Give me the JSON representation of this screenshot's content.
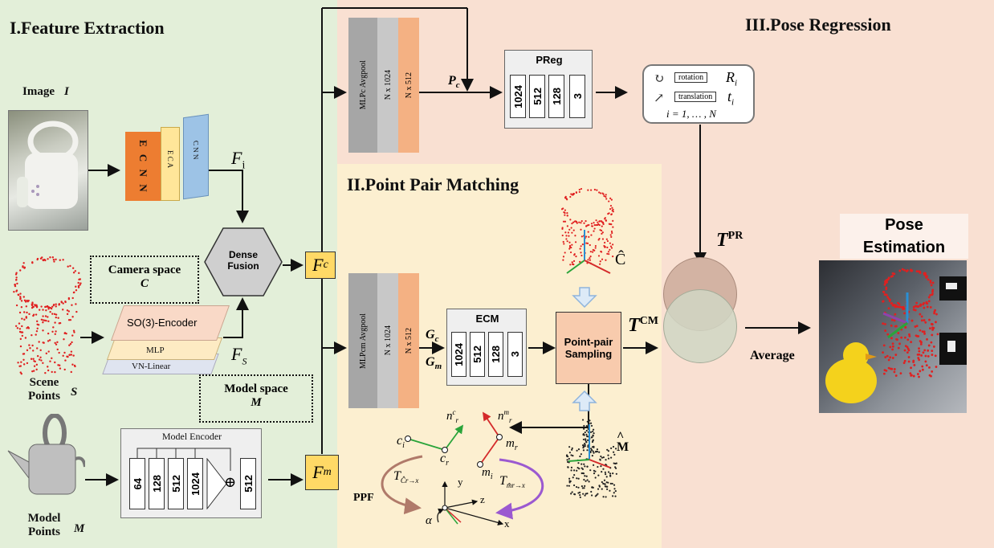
{
  "sections": {
    "feature_extraction": "I.Feature Extraction",
    "pose_regression": "III.Pose Regression",
    "point_pair_matching": "II.Point Pair Matching"
  },
  "inputs": {
    "image_label": "Image",
    "image_symbol": "I",
    "scene_label_1": "Scene",
    "scene_label_2": "Points",
    "scene_symbol": "S",
    "model_label_1": "Model",
    "model_label_2": "Points",
    "model_symbol": "M"
  },
  "ecnn": {
    "front": "E C N N",
    "middle": "E C A",
    "back": "C N N"
  },
  "features": {
    "fi": "F",
    "fi_sub": "i",
    "fs": "F",
    "fs_sub": "S",
    "fc": "F",
    "fc_sub": "c",
    "fm": "F",
    "fm_sub": "m"
  },
  "dense_fusion": {
    "line1": "Dense",
    "line2": "Fusion"
  },
  "camera_space": {
    "line1": "Camera space",
    "line2": "C"
  },
  "model_space": {
    "line1": "Model space",
    "line2": "M"
  },
  "encoder_stack": {
    "so3": "SO(3)-Encoder",
    "mlp": "MLP",
    "vn": "VN-Linear"
  },
  "model_encoder": {
    "title": "Model Encoder",
    "cells": [
      "64",
      "128",
      "512",
      "1024",
      "512"
    ],
    "plus": "⊕"
  },
  "mlp_top": {
    "a": "MLPc Avgpool",
    "b": "N x 1024",
    "c": "N x 512"
  },
  "mlp_bottom": {
    "a": "MLPcm Avgpool",
    "b": "N x 1024",
    "c": "N x 512"
  },
  "pc_label": {
    "main": "P",
    "sub": "c"
  },
  "preg": {
    "title": "PReg",
    "cells": [
      "1024",
      "512",
      "128",
      "3"
    ]
  },
  "ecm": {
    "title": "ECM",
    "cells": [
      "1024",
      "512",
      "128",
      "3"
    ]
  },
  "gc_label": {
    "main": "G",
    "sub": "c"
  },
  "gm_label": {
    "main": "G",
    "sub": "m"
  },
  "pose_box": {
    "rotation": "rotation",
    "translation": "translation",
    "r": "R",
    "r_sub": "i",
    "t": "t",
    "t_sub": "i",
    "range": "i = 1, … , N"
  },
  "sampling": {
    "line1": "Point-pair",
    "line2": "Sampling"
  },
  "t_pr": {
    "main": "T",
    "sup": "PR"
  },
  "t_cm": {
    "main": "T",
    "sup": "CM"
  },
  "c_hat": "Ĉ",
  "m_hat": "M",
  "m_hat_accent": "^",
  "average": "Average",
  "pose_estimation": {
    "line1": "Pose",
    "line2": "Estimation"
  },
  "ppf": {
    "label": "PPF",
    "ci": "c",
    "ci_sub": "i",
    "cr": "c",
    "cr_sub": "r",
    "nc": "n",
    "nc_sup": "c",
    "nc_sub": "r",
    "nm": "n",
    "nm_sup": "m",
    "nm_sub": "r",
    "mr": "m",
    "mr_sub": "r",
    "mi": "m",
    "mi_sub": "i",
    "t_left": "T",
    "t_left_sub": "Ĉr→x",
    "t_right": "T",
    "t_right_sub": "m̂r→x",
    "alpha": "α",
    "x": "x",
    "y": "y",
    "z": "z"
  },
  "colors": {
    "fe_bg": "#e3efd9",
    "pr_bg": "#f9e0d2",
    "ppm_bg": "#fcefd0",
    "ecnn_orange": "#ed7d31",
    "eca_yellow": "#ffe699",
    "cnn_blue": "#9dc3e6",
    "feature_box": "#ffd966",
    "sampling_box": "#f8cbad"
  }
}
